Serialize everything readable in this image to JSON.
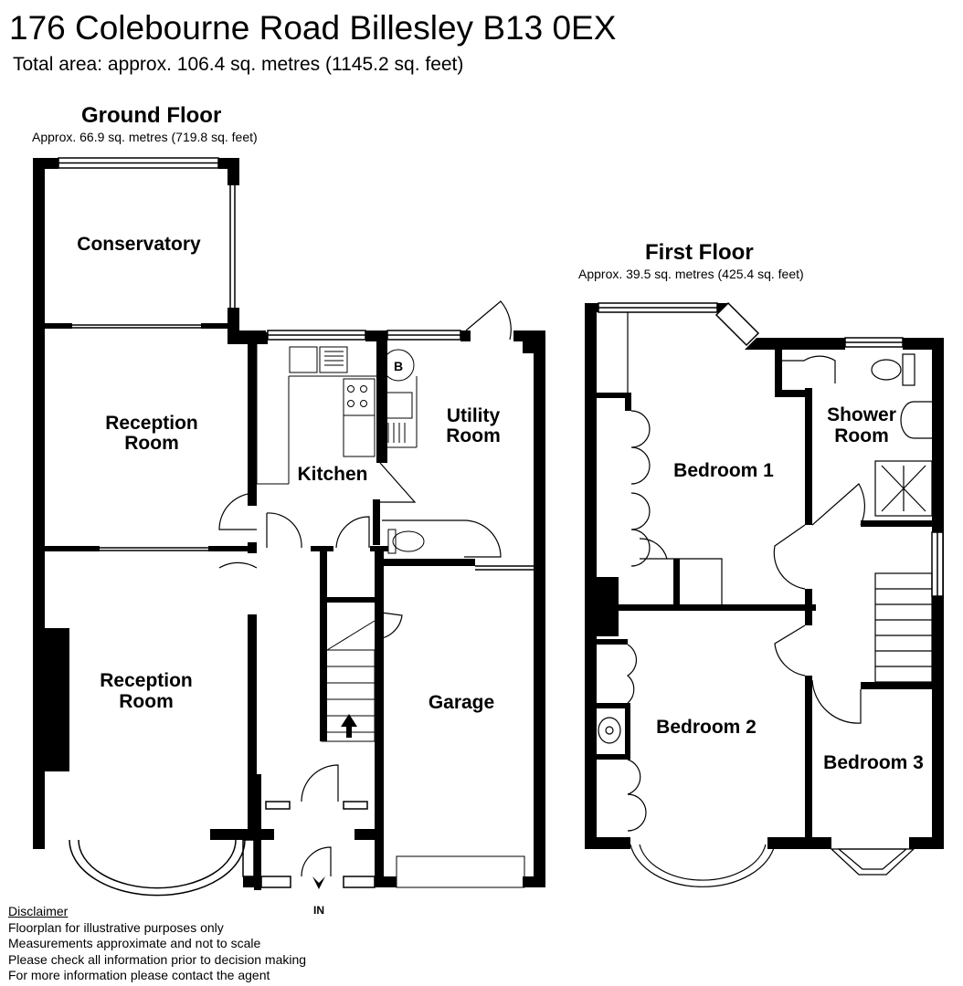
{
  "header": {
    "title": "176 Colebourne Road Billesley B13 0EX",
    "total_area": "Total area: approx. 106.4 sq. metres (1145.2 sq. feet)"
  },
  "ground_floor": {
    "title": "Ground Floor",
    "area": "Approx. 66.9 sq. metres (719.8 sq. feet)",
    "rooms": {
      "conservatory": "Conservatory",
      "reception_1_line1": "Reception",
      "reception_1_line2": "Room",
      "reception_2_line1": "Reception",
      "reception_2_line2": "Room",
      "kitchen": "Kitchen",
      "utility_line1": "Utility",
      "utility_line2": "Room",
      "garage": "Garage"
    },
    "boiler_label": "B",
    "entrance_label": "IN"
  },
  "first_floor": {
    "title": "First Floor",
    "area": "Approx. 39.5 sq. metres (425.4 sq. feet)",
    "rooms": {
      "bedroom_1": "Bedroom 1",
      "bedroom_2": "Bedroom 2",
      "bedroom_3": "Bedroom 3",
      "shower_line1": "Shower",
      "shower_line2": "Room"
    }
  },
  "disclaimer": {
    "heading": "Disclaimer",
    "lines": [
      "Floorplan for illustrative purposes only",
      "Measurements approximate and not to scale",
      "Please check all information prior to decision making",
      "For more information please contact the agent"
    ]
  }
}
